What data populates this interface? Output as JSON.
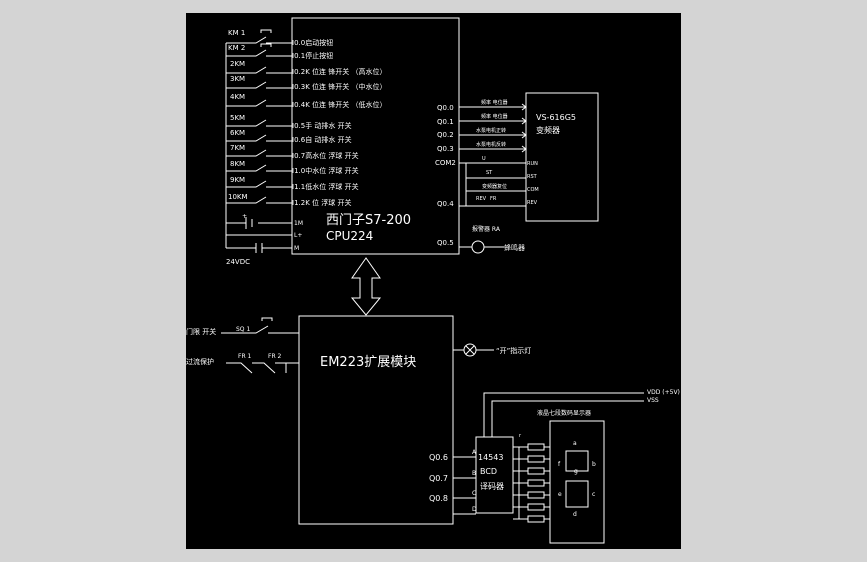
{
  "plc": {
    "title": "西门子S7-200",
    "model": "CPU224",
    "inputs": [
      {
        "switch": "KM 1",
        "label": "I0.0启动按钮"
      },
      {
        "switch": "KM 2",
        "label": "I0.1停止按钮"
      },
      {
        "switch": "2KM",
        "label": "I0.2K 位连 锋开关 （高水位）"
      },
      {
        "switch": "3KM",
        "label": "I0.3K 位连 锋开关 （中水位）"
      },
      {
        "switch": "4KM",
        "label": "I0.4K 位连 锋开关 （低水位）"
      },
      {
        "switch": "5KM",
        "label": "I0.5手 动排水 开关"
      },
      {
        "switch": "6KM",
        "label": "I0.6自 动排水 开关"
      },
      {
        "switch": "7KM",
        "label": "I0.7高水位 浮球 开关"
      },
      {
        "switch": "8KM",
        "label": "I1.0中水位 浮球 开关"
      },
      {
        "switch": "9KM",
        "label": "I1.1低水位 浮球 开关"
      },
      {
        "switch": "10KM",
        "label": "I1.2K 位 浮球 开关"
      }
    ],
    "power_terminals": [
      "1M",
      "L+",
      "M"
    ],
    "power_label": "24VDC",
    "outputs": [
      "Q0.0",
      "Q0.1",
      "Q0.2",
      "Q0.3",
      "COM2",
      "Q0.4",
      "Q0.5"
    ]
  },
  "inverter": {
    "model": "VS-616G5",
    "title": "变频器",
    "signals": [
      "频率 电位器",
      "频率 电位器",
      "水泵电机正转",
      "水泵电机反转",
      "U",
      "ST",
      "变频器复位",
      "RUN",
      "RST",
      "COM",
      "REV",
      "FR"
    ],
    "terminals": [
      "RUN",
      "RST",
      "COM",
      "REV"
    ]
  },
  "alarm": {
    "indicator": "报警器 RA",
    "label": "蜂鸣器"
  },
  "expansion": {
    "title": "EM223扩展模块",
    "indicator_label": "“开”指示灯",
    "door_switch": "门限 开关",
    "door_switch_code": "SQ 1",
    "overcurrent": "过流保护",
    "overcurrent_codes": [
      "FR 1",
      "FR 2"
    ],
    "outputs": [
      "Q0.6",
      "Q0.7",
      "Q0.8"
    ]
  },
  "decoder": {
    "chip": "14543",
    "name": "BCD",
    "name2": "译码器",
    "pins": [
      "A",
      "B",
      "C",
      "D"
    ],
    "side_pins": [
      "r"
    ]
  },
  "display": {
    "title": "液晶七段数码显示器",
    "vdd": "VDD (+5V)",
    "vss": "VSS",
    "segments": [
      "a",
      "b",
      "c",
      "d",
      "e",
      "f",
      "g"
    ],
    "seg_top": "a",
    "seg_mid": "g"
  }
}
